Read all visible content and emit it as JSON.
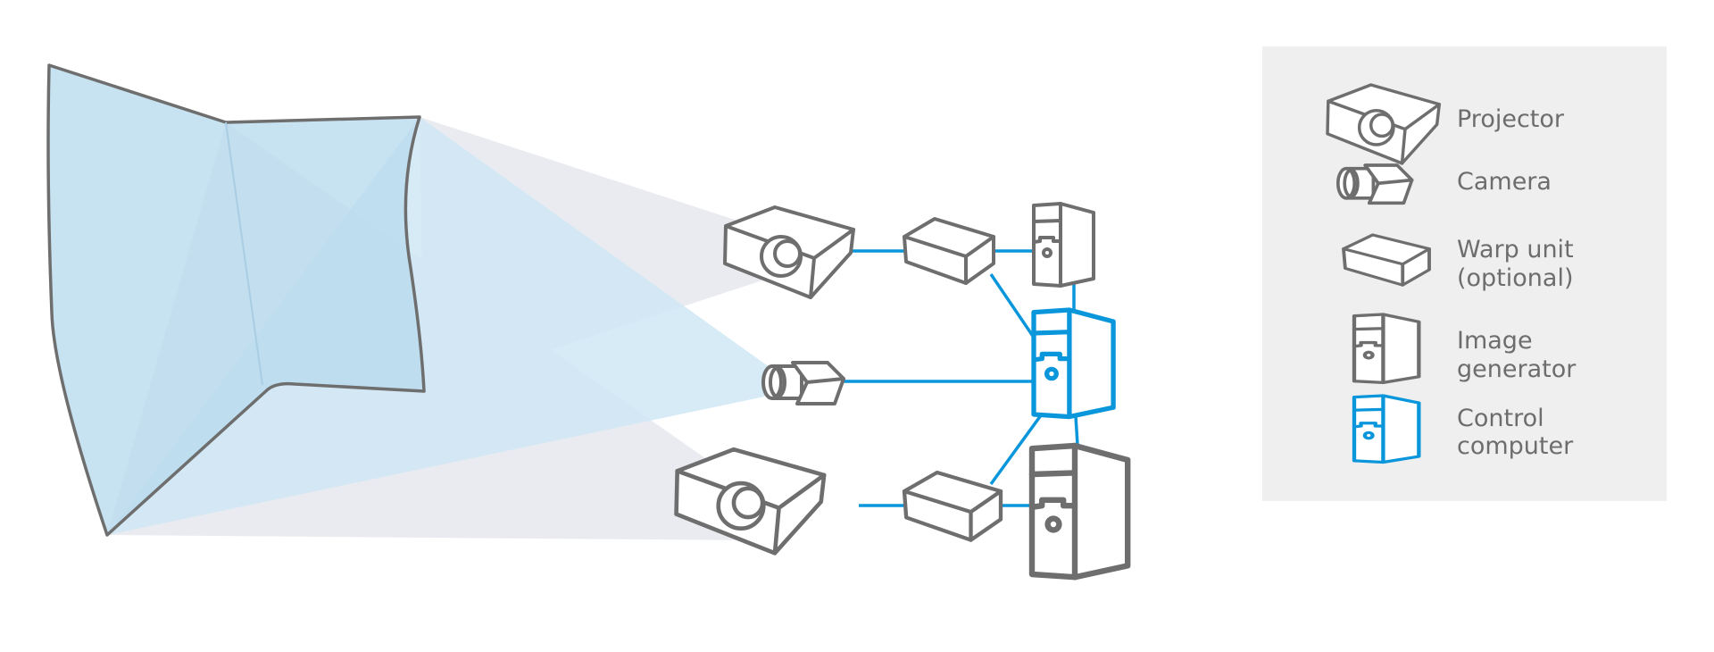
{
  "colors": {
    "device_stroke": "#6e6e6e",
    "control_accent": "#0a96db",
    "screen_fill": "#c5e1f0",
    "projector_beam": "#e9ebf0",
    "camera_view": "#d3e9f5",
    "legend_background": "#efefef"
  },
  "legend": {
    "items": [
      {
        "icon": "projector-icon",
        "lines": [
          "Projector"
        ]
      },
      {
        "icon": "camera-icon",
        "lines": [
          "Camera"
        ]
      },
      {
        "icon": "warp-unit-icon",
        "lines": [
          "Warp unit",
          "(optional)"
        ]
      },
      {
        "icon": "image-generator-icon",
        "lines": [
          "Image",
          "generator"
        ]
      },
      {
        "icon": "control-computer-icon",
        "lines": [
          "Control",
          "computer"
        ]
      }
    ]
  }
}
